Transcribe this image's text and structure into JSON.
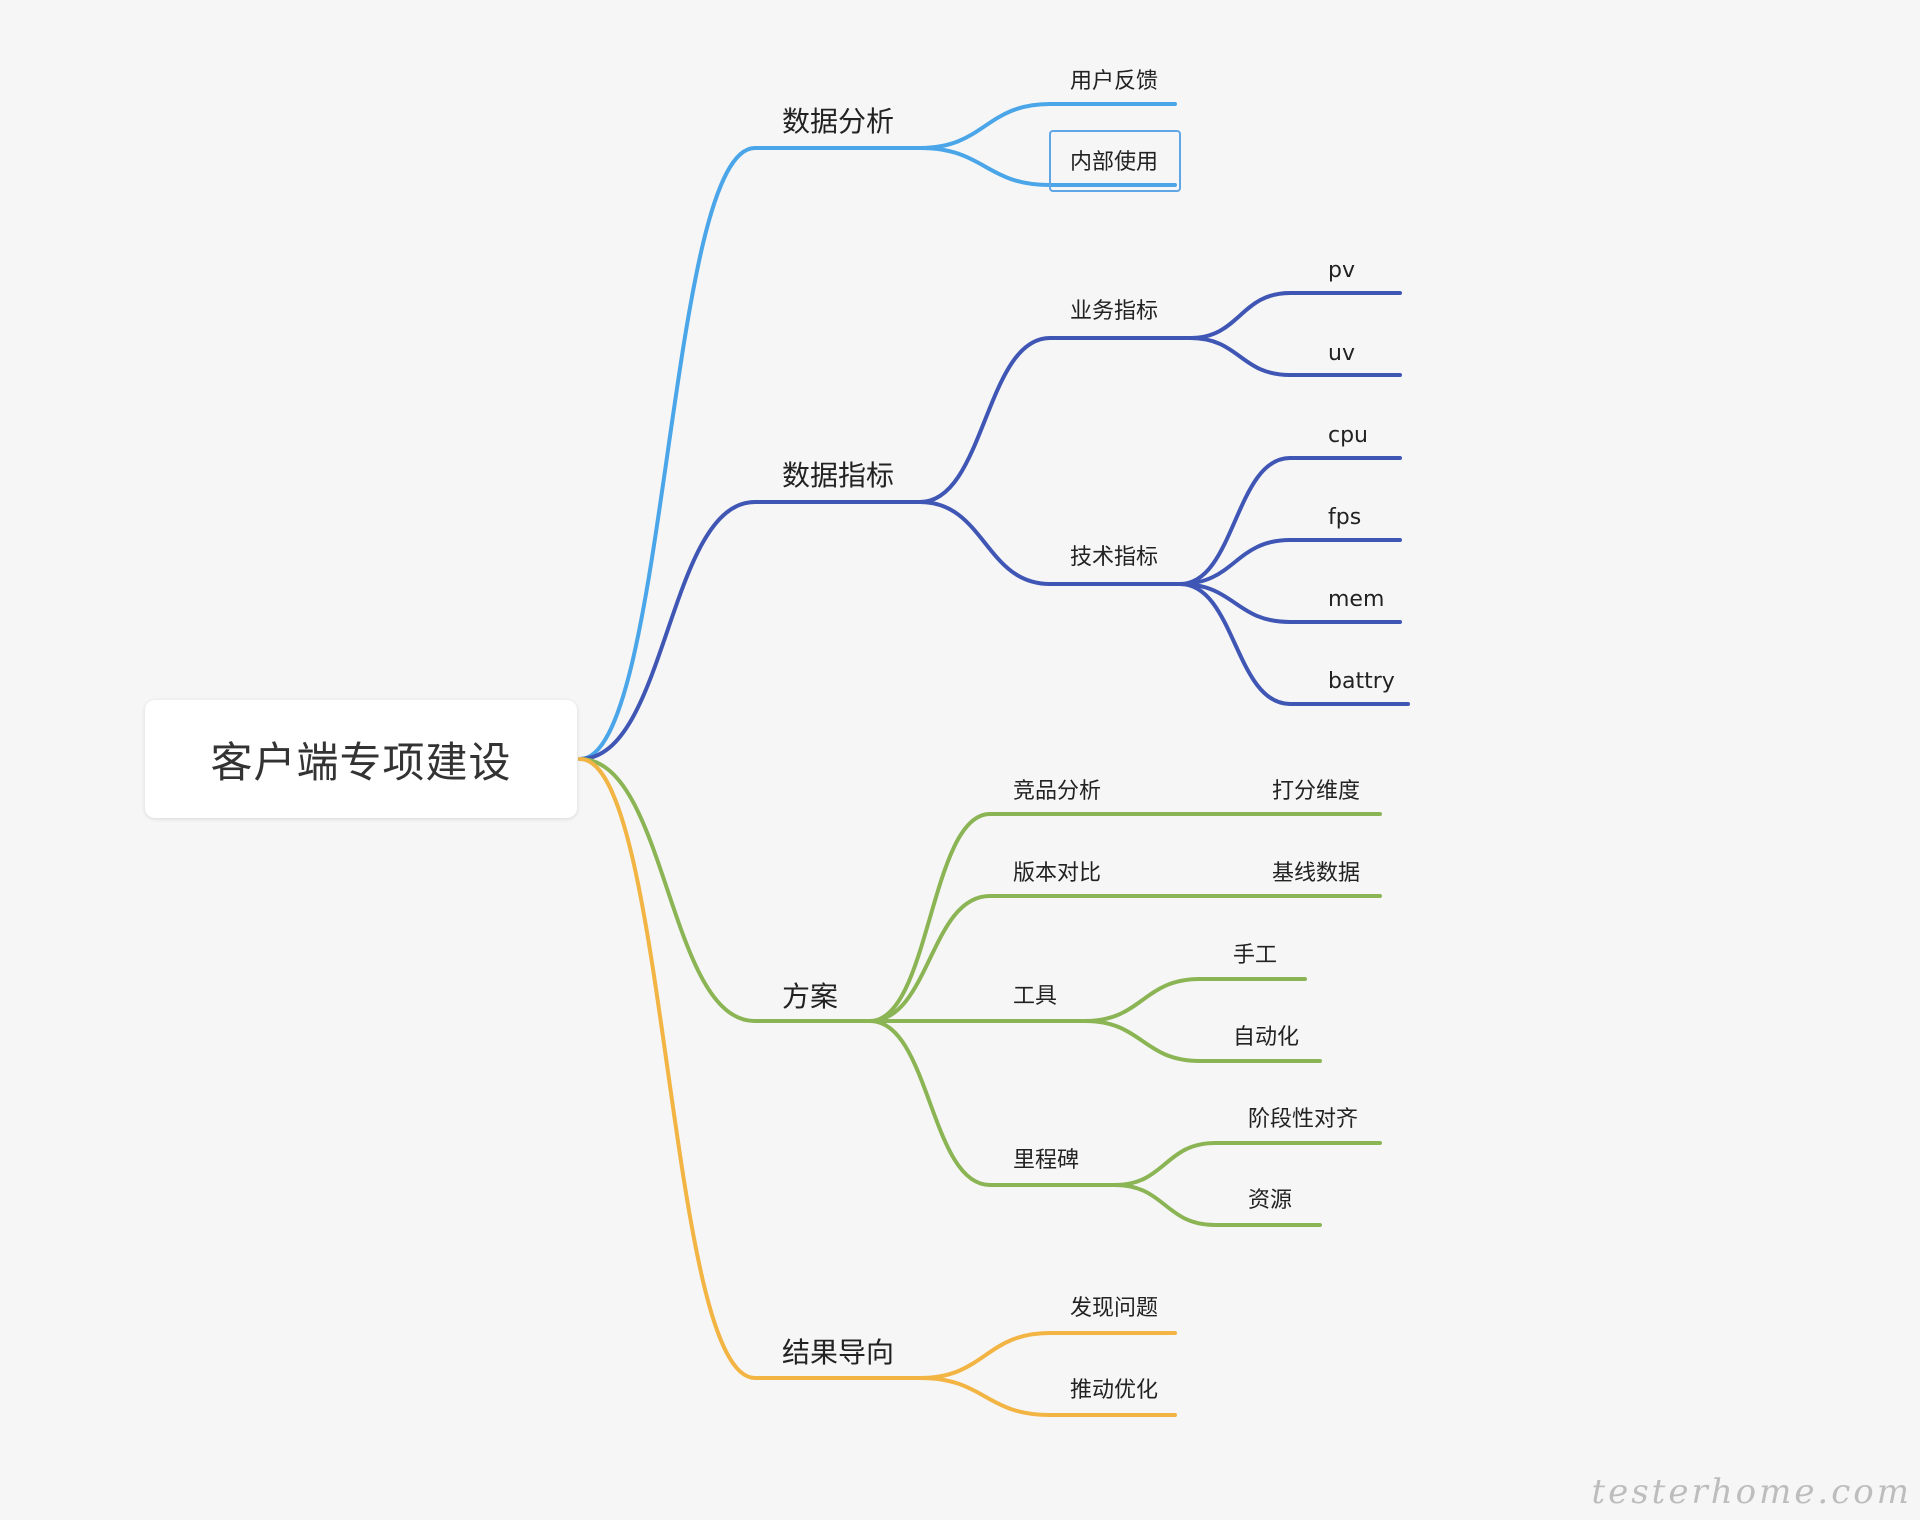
{
  "root": {
    "label": "客户端专项建设"
  },
  "branches": [
    {
      "label": "数据分析",
      "color": "#4aa6e8",
      "children": [
        {
          "label": "用户反馈"
        },
        {
          "label": "内部使用",
          "selected": true
        }
      ]
    },
    {
      "label": "数据指标",
      "color": "#3f56b5",
      "children": [
        {
          "label": "业务指标",
          "children": [
            {
              "label": "pv"
            },
            {
              "label": "uv"
            }
          ]
        },
        {
          "label": "技术指标",
          "children": [
            {
              "label": "cpu"
            },
            {
              "label": "fps"
            },
            {
              "label": "mem"
            },
            {
              "label": "battry"
            }
          ]
        }
      ]
    },
    {
      "label": "方案",
      "color": "#8bb554",
      "children": [
        {
          "label": "竞品分析",
          "children": [
            {
              "label": "打分维度"
            }
          ]
        },
        {
          "label": "版本对比",
          "children": [
            {
              "label": "基线数据"
            }
          ]
        },
        {
          "label": "工具",
          "children": [
            {
              "label": "手工"
            },
            {
              "label": "自动化"
            }
          ]
        },
        {
          "label": "里程碑",
          "children": [
            {
              "label": "阶段性对齐"
            },
            {
              "label": "资源"
            }
          ]
        }
      ]
    },
    {
      "label": "结果导向",
      "color": "#f2b443",
      "children": [
        {
          "label": "发现问题"
        },
        {
          "label": "推动优化"
        }
      ]
    }
  ],
  "watermark": "testerhome.com"
}
